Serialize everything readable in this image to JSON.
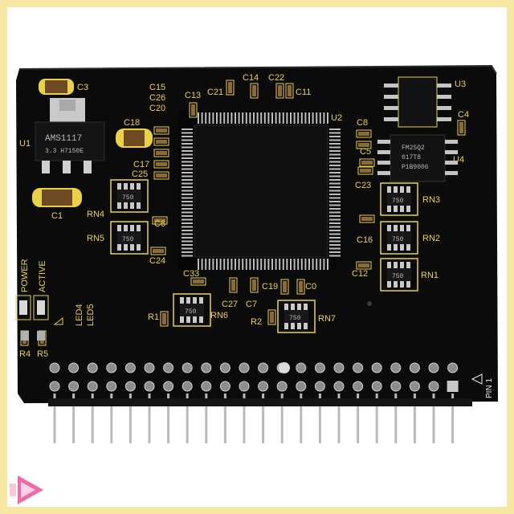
{
  "board": {
    "color": "#0b0b0b",
    "silk_color": "#e9d24a",
    "regulator": {
      "line1": "AMS1117",
      "line2": "3.3  H7150E"
    },
    "controller_top": {
      "line1": "FM25Q2",
      "line2": "017T8",
      "line3": "P1B9006"
    },
    "labels": {
      "C3": "C3",
      "U1": "U1",
      "C1": "C1",
      "C18": "C18",
      "C15": "C15",
      "C26": "C26",
      "C20": "C20",
      "C13": "C13",
      "C21": "C21",
      "C14": "C14",
      "C22": "C22",
      "C11": "C11",
      "U2": "U2",
      "U3": "U3",
      "C4": "C4",
      "U4": "U4",
      "C8": "C8",
      "C5": "C5",
      "C23": "C23",
      "C17": "C17",
      "C25": "C25",
      "RN4": "RN4",
      "C6": "C6",
      "RN5": "RN5",
      "C24": "C24",
      "RN3": "RN3",
      "RN2": "RN2",
      "RN1": "RN1",
      "C16": "C16",
      "C12": "C12",
      "C33": "C33",
      "C27": "C27",
      "C7": "C7",
      "C19": "C19",
      "C0": "C0",
      "R1": "R1",
      "RN6": "RN6",
      "R2": "R2",
      "RN7": "RN7",
      "R4": "R4",
      "R5": "R5",
      "POWER": "POWER",
      "ACTIVE": "ACTIVE",
      "LED4": "LED4",
      "LED5": "LED5",
      "PIN1": "PIN 1"
    },
    "resistor_net_value": "750"
  },
  "overlay": {
    "icon": "play-button-icon",
    "color": "#f06aa6"
  }
}
